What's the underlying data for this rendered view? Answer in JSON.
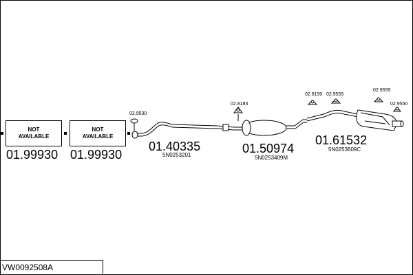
{
  "not_available": {
    "line1": "NOT",
    "line2": "AVAILABLE"
  },
  "parts": {
    "p1": {
      "number": "01.99930"
    },
    "p2": {
      "number": "01.99930"
    },
    "p3": {
      "number": "01.40335",
      "oem": "5N0253201"
    },
    "p4": {
      "number": "01.50974",
      "oem": "5N0253409M"
    },
    "p5": {
      "number": "01.61532",
      "oem": "5N0253609C"
    }
  },
  "accessories": {
    "a1": "02.9530",
    "a2": "02.8183",
    "a3": "02.8190",
    "a4": "02.9559",
    "a5": "02.9559",
    "a6": "02.9550"
  },
  "kit_code": "VW0092508A"
}
